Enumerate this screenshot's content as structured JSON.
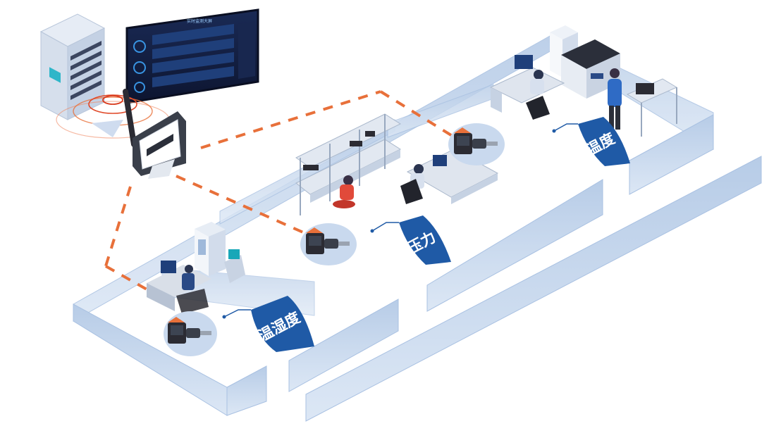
{
  "labels": {
    "temp_humidity": "温湿度",
    "pressure": "压力",
    "temperature": "温度"
  },
  "dashboard": {
    "title": "实时监测大屏"
  },
  "colors": {
    "wall": "#c9d9ee",
    "wall_dark": "#a8c0e0",
    "tag_bg": "#1f5aa6",
    "link": "#e8703a",
    "device_body": "#2b2b33",
    "device_accent": "#e8703a"
  }
}
